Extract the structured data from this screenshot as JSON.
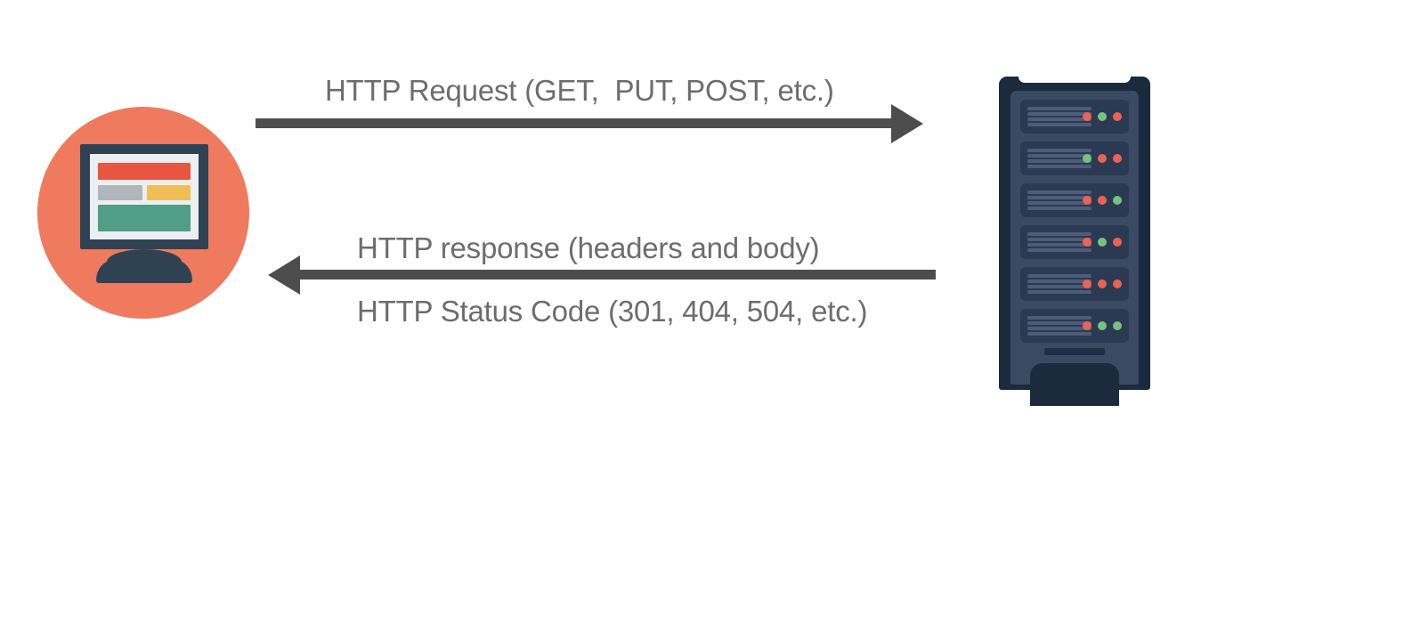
{
  "diagram": {
    "title": "HTTP request and response between client and server",
    "background_color": "#ffffff",
    "arrow_color": "#4d4d4d",
    "label_color": "#6d6d6d"
  },
  "nodes": {
    "client": {
      "name": "client-computer",
      "icon": "desktop-monitor-icon",
      "circle_color": "#ef7a5e",
      "bezel_color": "#2f4254",
      "screen_color": "#eceff1",
      "screen_blocks": [
        {
          "name": "header-bar",
          "color": "#e8563f"
        },
        {
          "name": "sidebar-block",
          "color": "#b0b6bb"
        },
        {
          "name": "accent-block",
          "color": "#f2bc57"
        },
        {
          "name": "content-block",
          "color": "#4f9e85"
        }
      ]
    },
    "server": {
      "name": "server-rack",
      "icon": "server-rack-icon",
      "chassis_color": "#1b2a3d",
      "panel_color": "#3b4a63",
      "bay_color": "#2b3a52",
      "led_red": "#ec6351",
      "led_green": "#76c37c",
      "bays": [
        {
          "leds": [
            "red",
            "green",
            "red"
          ]
        },
        {
          "leds": [
            "green",
            "red",
            "red"
          ]
        },
        {
          "leds": [
            "red",
            "red",
            "green"
          ]
        },
        {
          "leds": [
            "red",
            "green",
            "red"
          ]
        },
        {
          "leds": [
            "red",
            "red",
            "red"
          ]
        },
        {
          "leds": [
            "red",
            "green",
            "green"
          ]
        }
      ]
    }
  },
  "arrows": [
    {
      "name": "request-arrow",
      "direction": "client-to-server",
      "label": "HTTP Request (GET,  PUT, POST, etc.)"
    },
    {
      "name": "response-arrow",
      "direction": "server-to-client",
      "label_primary": "HTTP response (headers and body)",
      "label_secondary": "HTTP Status Code (301, 404, 504, etc.)"
    }
  ],
  "labels": {
    "request": "HTTP Request (GET,  PUT, POST, etc.)",
    "response": "HTTP response (headers and body)",
    "status": "HTTP Status Code (301, 404, 504, etc.)"
  }
}
